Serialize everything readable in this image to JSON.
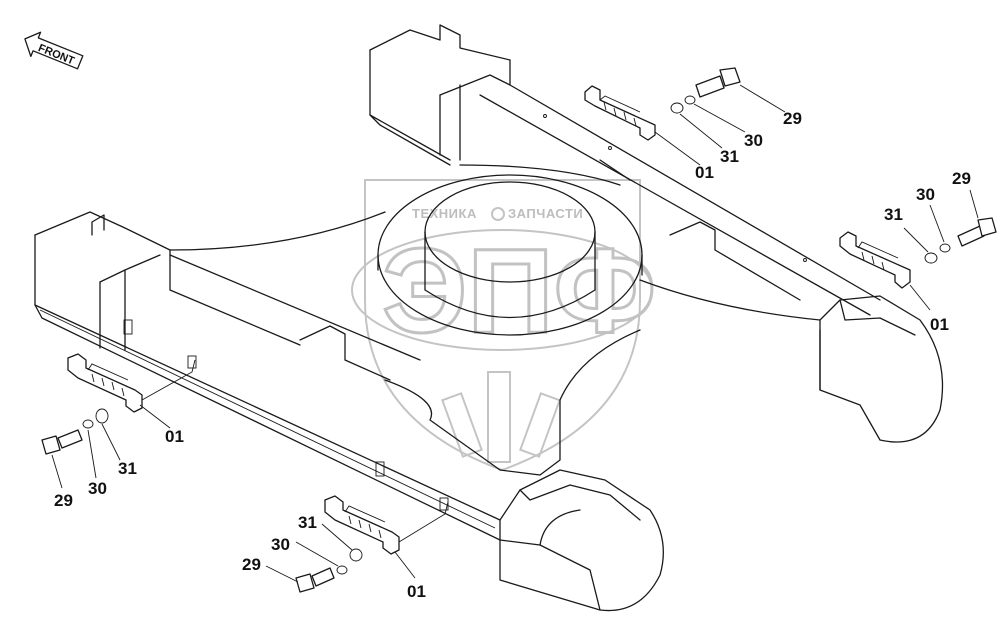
{
  "diagram": {
    "front_label": "FRONT",
    "watermark": {
      "line1": "ТЕХНИКА",
      "line2": "ЗАПЧАСТИ",
      "logo": "ЭПФ"
    },
    "callouts": {
      "c01_a": "01",
      "c01_b": "01",
      "c01_c": "01",
      "c01_d": "01",
      "c29_a": "29",
      "c29_b": "29",
      "c29_c": "29",
      "c29_d": "29",
      "c30_a": "30",
      "c30_b": "30",
      "c30_c": "30",
      "c30_d": "30",
      "c31_a": "31",
      "c31_b": "31",
      "c31_c": "31",
      "c31_d": "31"
    }
  }
}
